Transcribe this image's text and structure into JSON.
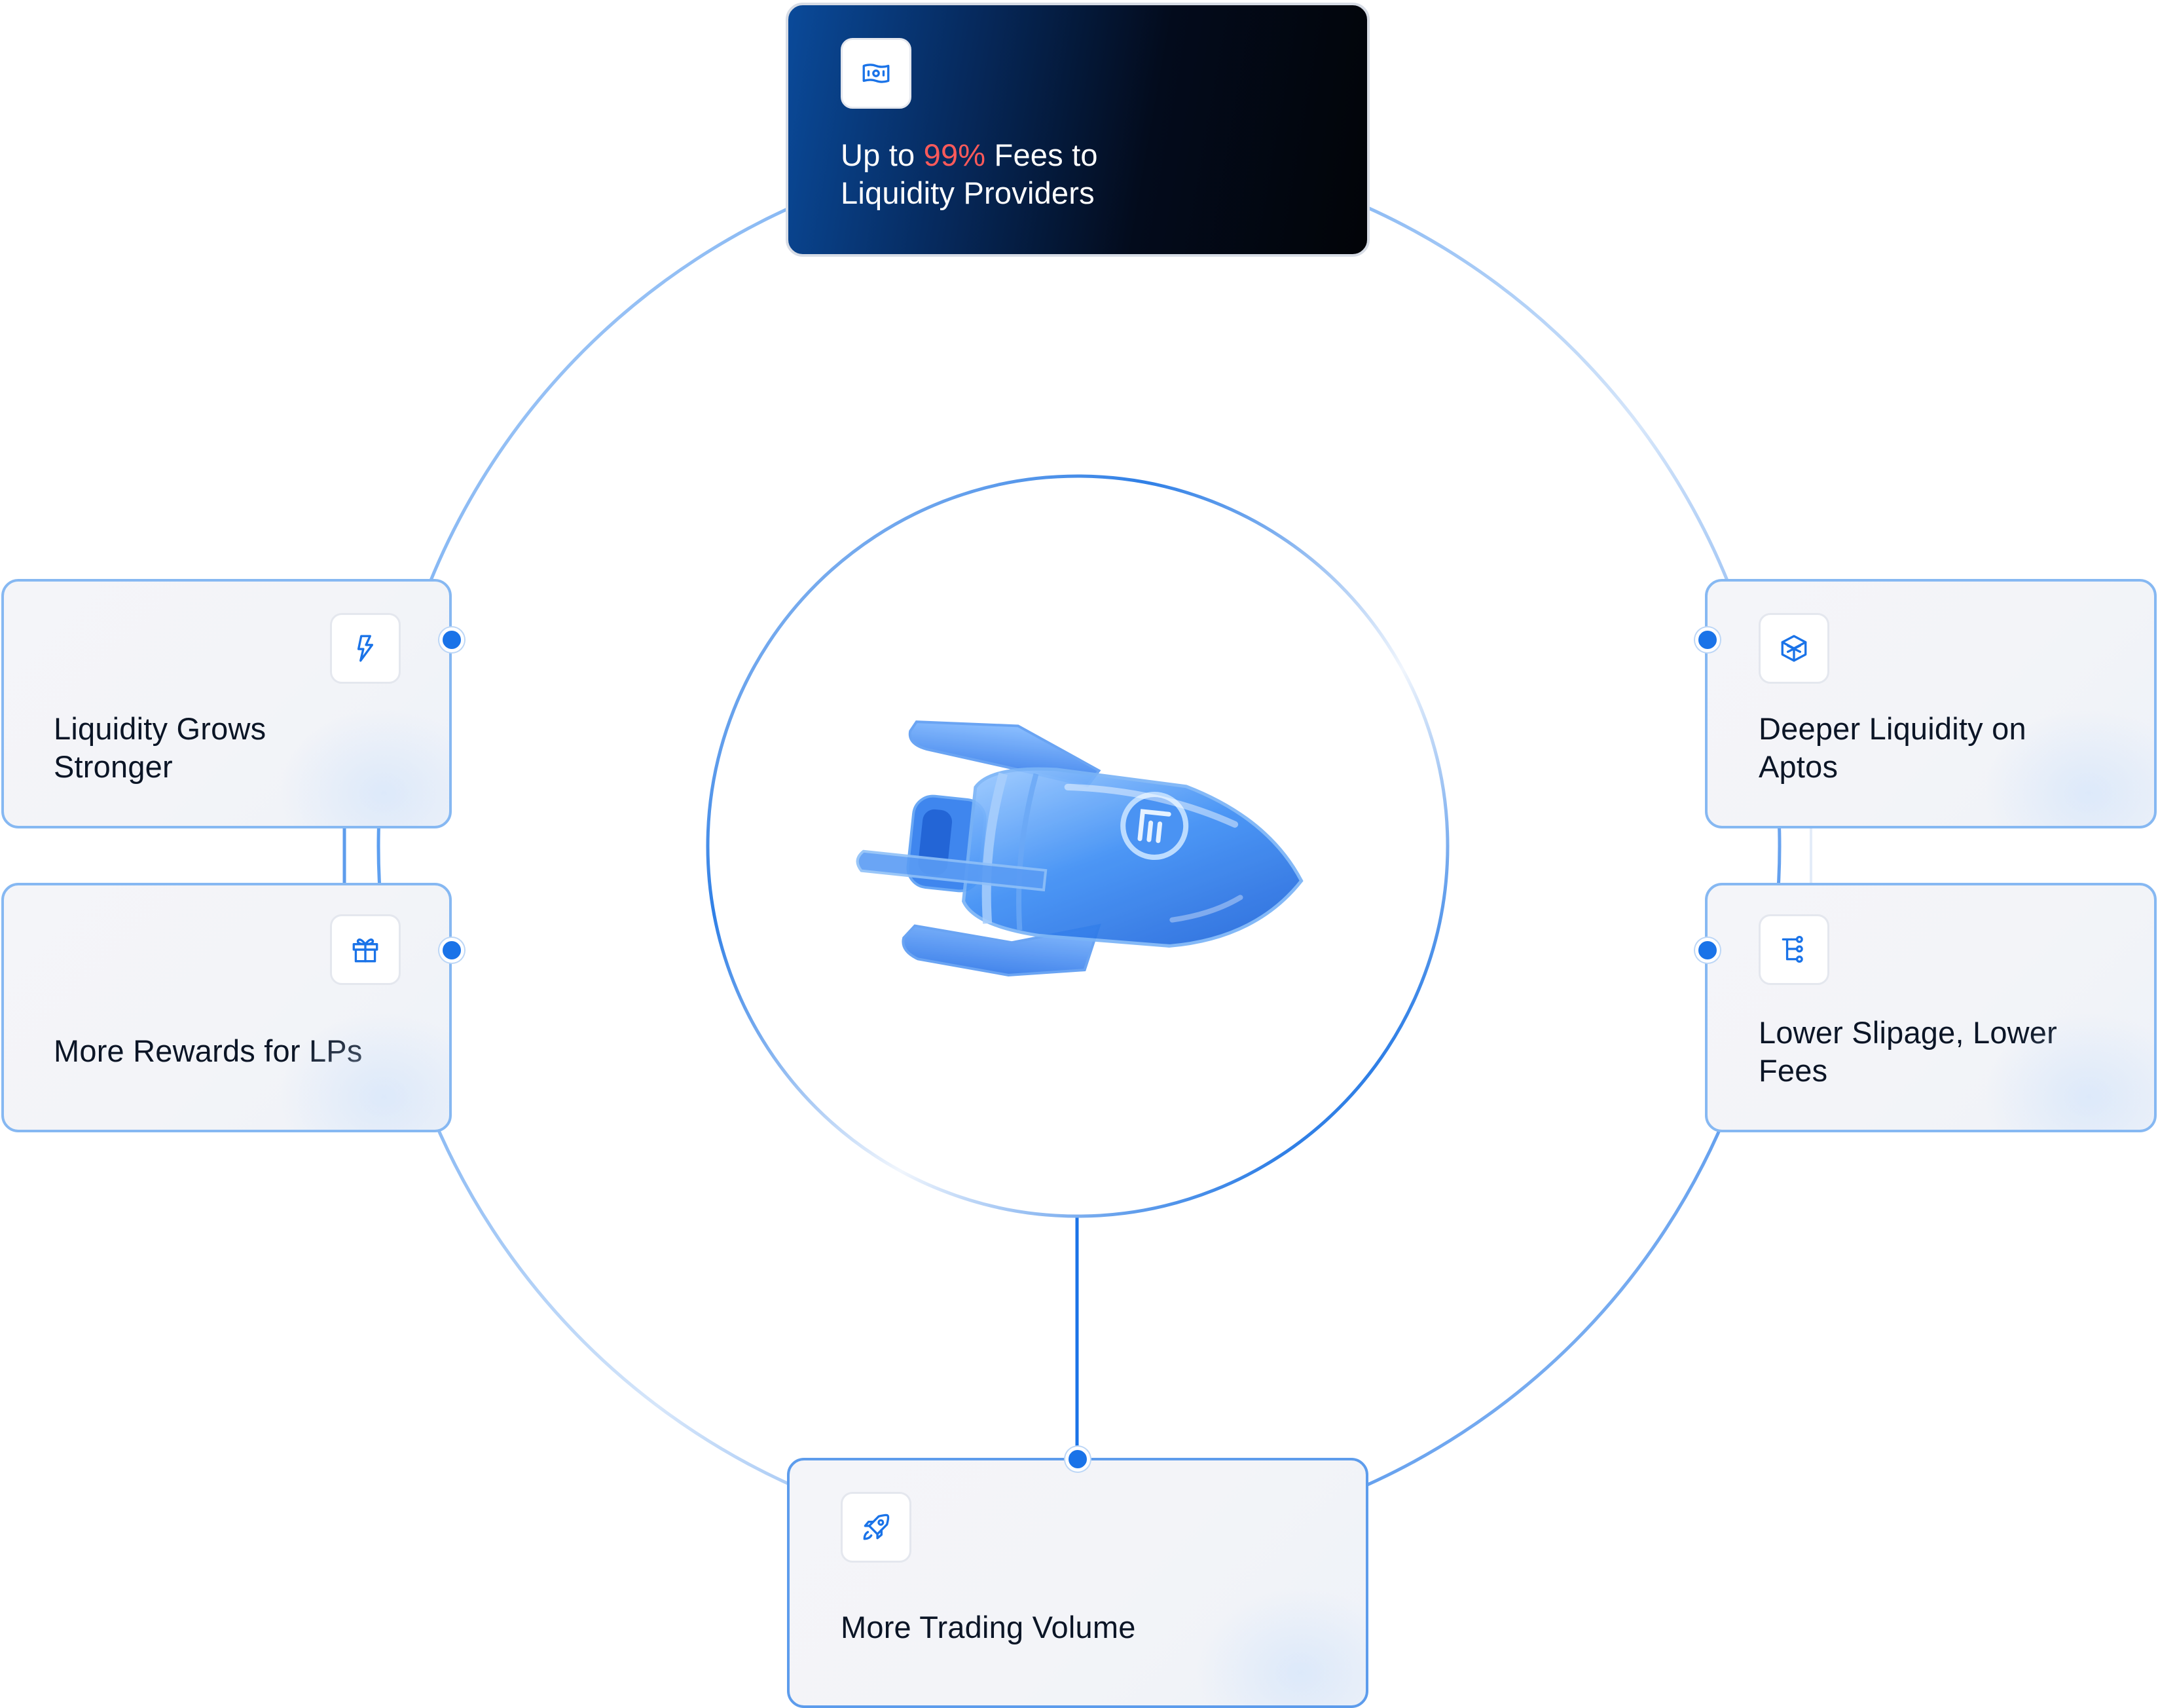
{
  "colors": {
    "accent_blue": "#1a73e8",
    "accent_red": "#ff5a5a",
    "card_border": "#86b8f2",
    "dark_card_start": "#0a4a9a",
    "dark_card_end": "#020408"
  },
  "center": {
    "icon": "rocket-icon"
  },
  "cards": {
    "top": {
      "icon": "cash-icon",
      "prefix": "Up to ",
      "highlight": "99%",
      "suffix": " Fees to",
      "line2": "Liquidity Providers"
    },
    "left_top": {
      "icon": "lightning-icon",
      "line1": "Liquidity Grows",
      "line2": "Stronger"
    },
    "left_bottom": {
      "icon": "gift-icon",
      "line1": "More Rewards for LPs"
    },
    "right_top": {
      "icon": "cube-icon",
      "line1": "Deeper Liquidity on",
      "line2": "Aptos"
    },
    "right_bottom": {
      "icon": "tree-structure-icon",
      "line1": "Lower Slipage, Lower",
      "line2": "Fees"
    },
    "bottom": {
      "icon": "rocket-icon",
      "line1": "More Trading Volume"
    }
  }
}
